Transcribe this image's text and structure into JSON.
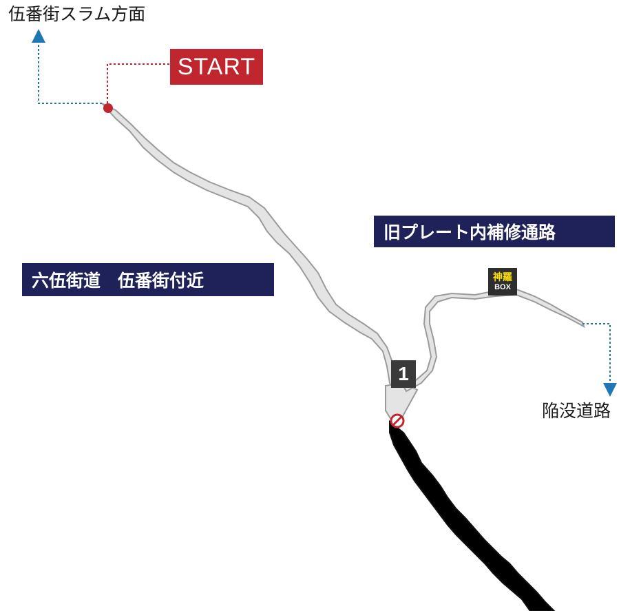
{
  "map": {
    "destinations": {
      "north": "伍番街スラム方面",
      "south_east": "陥没道路"
    },
    "start_label": "START",
    "areas": {
      "left": "六伍街道　伍番街付近",
      "right": "旧プレート内補修通路"
    },
    "markers": {
      "point_number": "1",
      "item_box_top": "神羅",
      "item_box_bottom": "BOX"
    },
    "colors": {
      "start": "#c0262d",
      "banner": "#1f2259",
      "route_dotted_blue": "#1f78b4",
      "route_dotted_red": "#c0262d",
      "road_fill": "#e8e8e8",
      "collapsed_road": "#000000"
    }
  }
}
